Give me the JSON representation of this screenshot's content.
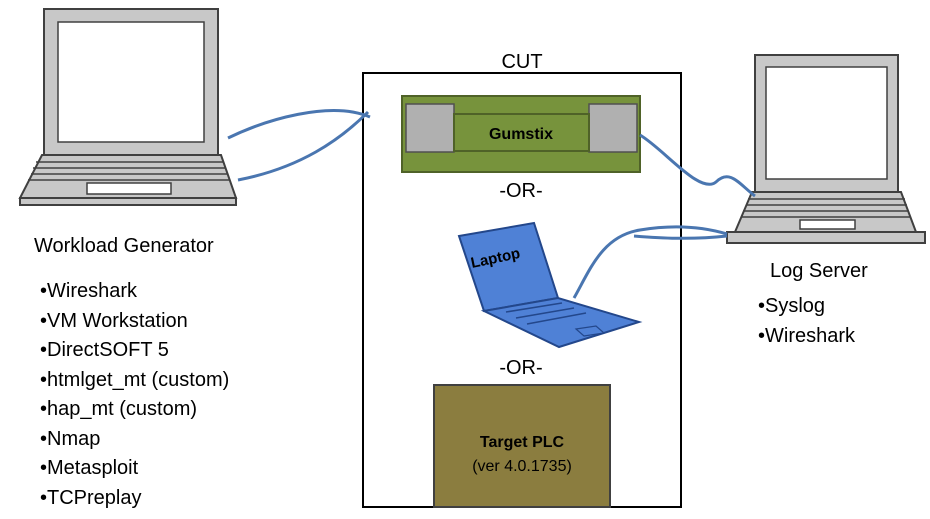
{
  "cut": {
    "title": "CUT",
    "gumstix_label": "Gumstix",
    "or_1": "-OR-",
    "laptop_label": "Laptop",
    "or_2": "-OR-",
    "plc_title": "Target PLC",
    "plc_version": "(ver 4.0.1735)"
  },
  "workload_generator": {
    "title": "Workload Generator",
    "items": [
      "•Wireshark",
      "•VM Workstation",
      "•DirectSOFT 5",
      "•htmlget_mt (custom)",
      "•hap_mt (custom)",
      "•Nmap",
      "•Metasploit",
      "•TCPreplay"
    ]
  },
  "log_server": {
    "title": "Log Server",
    "items": [
      "•Syslog",
      "•Wireshark"
    ]
  },
  "colors": {
    "cable": "#4a76b0",
    "gumstix_fill": "#77933c",
    "gumstix_stroke": "#4f6228",
    "laptop_blue": "#4f81d6",
    "plc_fill": "#8b7d3f",
    "laptop_gray": "#c0c0c0"
  }
}
